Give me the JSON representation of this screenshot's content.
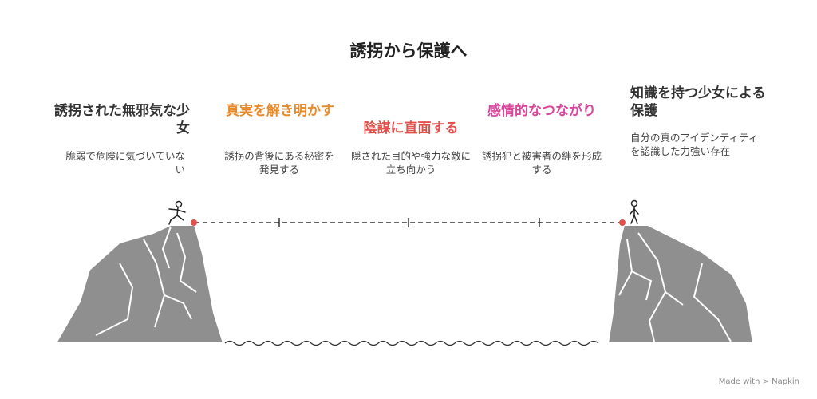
{
  "title": "誘拐から保護へ",
  "stages": [
    {
      "title": "誘拐された無邪気な少女",
      "desc": "脆弱で危険に気づいていない",
      "color": "#333333"
    },
    {
      "title": "真実を解き明かす",
      "desc": "誘拐の背後にある秘密を発見する",
      "color": "#e8892a"
    },
    {
      "title": "陰謀に直面する",
      "desc": "隠された目的や強力な敵に立ち向かう",
      "color": "#e0504a"
    },
    {
      "title": "感情的なつながり",
      "desc": "誘拐犯と被害者の絆を形成する",
      "color": "#d8479c"
    },
    {
      "title": "知識を持つ少女による保護",
      "desc": "自分の真のアイデンティティを認識した力強い存在",
      "color": "#333333"
    }
  ],
  "credit": "Made with ⋗ Napkin"
}
